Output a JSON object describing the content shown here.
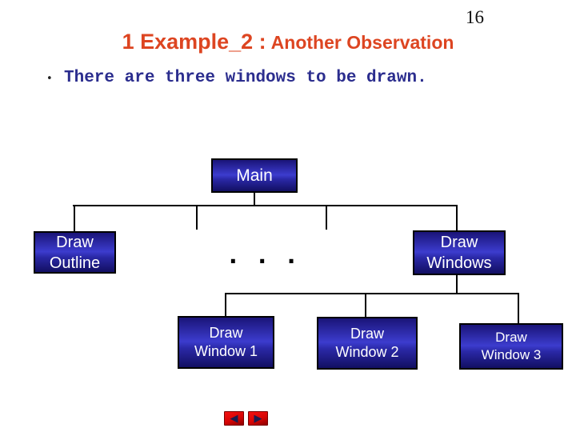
{
  "page_number": "16",
  "title": {
    "part1": "1 Example_2 :",
    "part2": "Another Observation"
  },
  "bullet": {
    "marker": "•",
    "text": "There are three windows to be drawn."
  },
  "diagram": {
    "type": "tree",
    "ellipsis": ". . .",
    "nodes": {
      "main": {
        "label": "Main"
      },
      "outline": {
        "label": "Draw\nOutline"
      },
      "windows": {
        "label": "Draw\nWindows"
      },
      "w1": {
        "label": "Draw\nWindow 1"
      },
      "w2": {
        "label": "Draw\nWindow 2"
      },
      "w3": {
        "label": "Draw\nWindow 3"
      }
    },
    "edges": [
      [
        "Main",
        "Draw Outline"
      ],
      [
        "Main",
        "..."
      ],
      [
        "Main",
        "Draw Windows"
      ],
      [
        "Draw Windows",
        "Draw Window 1"
      ],
      [
        "Draw Windows",
        "Draw Window 2"
      ],
      [
        "Draw Windows",
        "Draw Window 3"
      ]
    ]
  },
  "nav": {
    "back_icon": "◀",
    "forward_icon": "▶"
  },
  "colors": {
    "title_red": "#DD4521",
    "bullet_navy": "#2B2D8E",
    "node_blue_dark": "#1A1478",
    "node_blue_light": "#3C3CCE",
    "nav_button_red": "#D80505"
  }
}
